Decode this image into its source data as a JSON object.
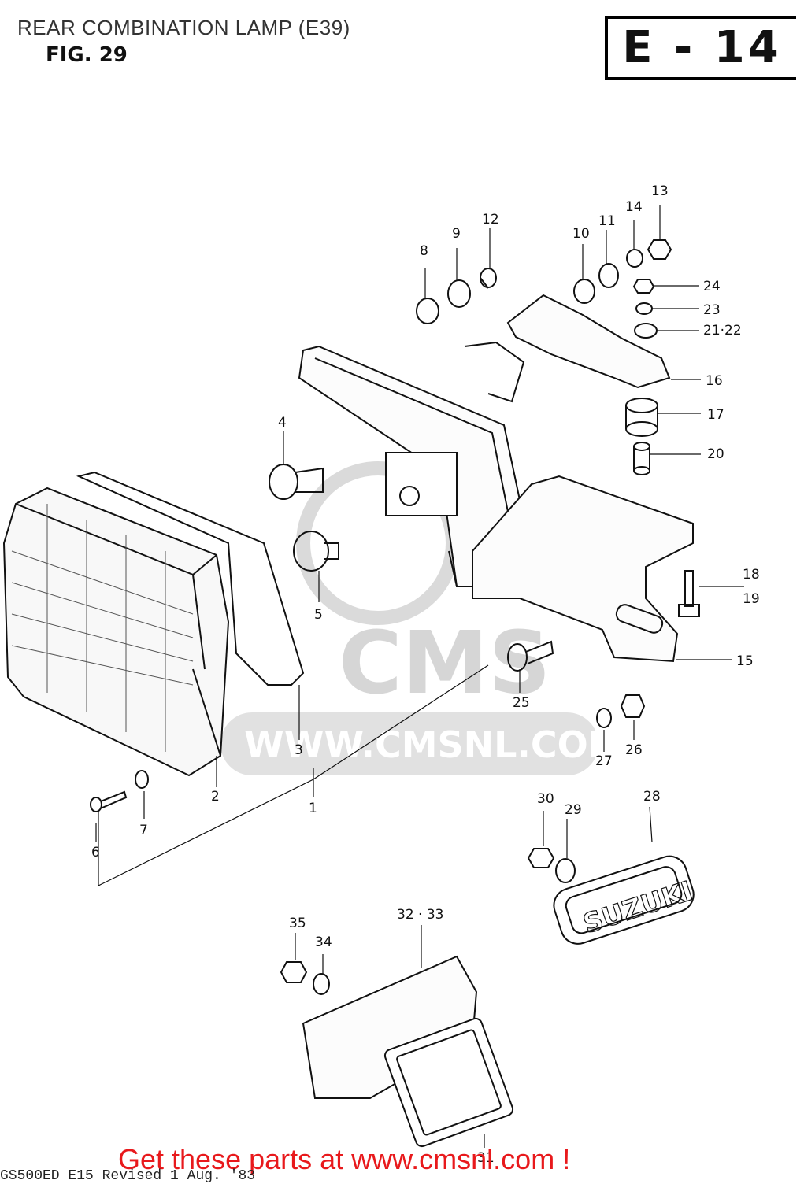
{
  "header": {
    "title": "REAR COMBINATION LAMP (E39)",
    "figure": "FIG. 29",
    "section": "E - 14"
  },
  "watermark": {
    "brand": "CMS",
    "url": "WWW.CMSNL.COM"
  },
  "parts": [
    {
      "id": "1",
      "label": "1"
    },
    {
      "id": "2",
      "label": "2"
    },
    {
      "id": "3",
      "label": "3"
    },
    {
      "id": "4",
      "label": "4"
    },
    {
      "id": "5",
      "label": "5"
    },
    {
      "id": "6",
      "label": "6"
    },
    {
      "id": "7",
      "label": "7"
    },
    {
      "id": "8",
      "label": "8"
    },
    {
      "id": "9",
      "label": "9"
    },
    {
      "id": "10",
      "label": "10"
    },
    {
      "id": "11",
      "label": "11"
    },
    {
      "id": "12",
      "label": "12"
    },
    {
      "id": "13",
      "label": "13"
    },
    {
      "id": "14",
      "label": "14"
    },
    {
      "id": "15",
      "label": "15"
    },
    {
      "id": "16",
      "label": "16"
    },
    {
      "id": "17",
      "label": "17"
    },
    {
      "id": "18",
      "label": "18"
    },
    {
      "id": "19",
      "label": "19"
    },
    {
      "id": "20",
      "label": "20"
    },
    {
      "id": "21-22",
      "label": "21·22"
    },
    {
      "id": "23",
      "label": "23"
    },
    {
      "id": "24",
      "label": "24"
    },
    {
      "id": "25",
      "label": "25"
    },
    {
      "id": "26",
      "label": "26"
    },
    {
      "id": "27",
      "label": "27"
    },
    {
      "id": "28",
      "label": "28"
    },
    {
      "id": "29",
      "label": "29"
    },
    {
      "id": "30",
      "label": "30"
    },
    {
      "id": "31",
      "label": "31"
    },
    {
      "id": "32-33",
      "label": "32 · 33"
    },
    {
      "id": "34",
      "label": "34"
    },
    {
      "id": "35",
      "label": "35"
    }
  ],
  "emblem_text": "SUZUKI",
  "footer": {
    "cta": "Get these parts at www.cmsnl.com !",
    "revision": "GS500ED E15 Revised 1 Aug. '83"
  }
}
